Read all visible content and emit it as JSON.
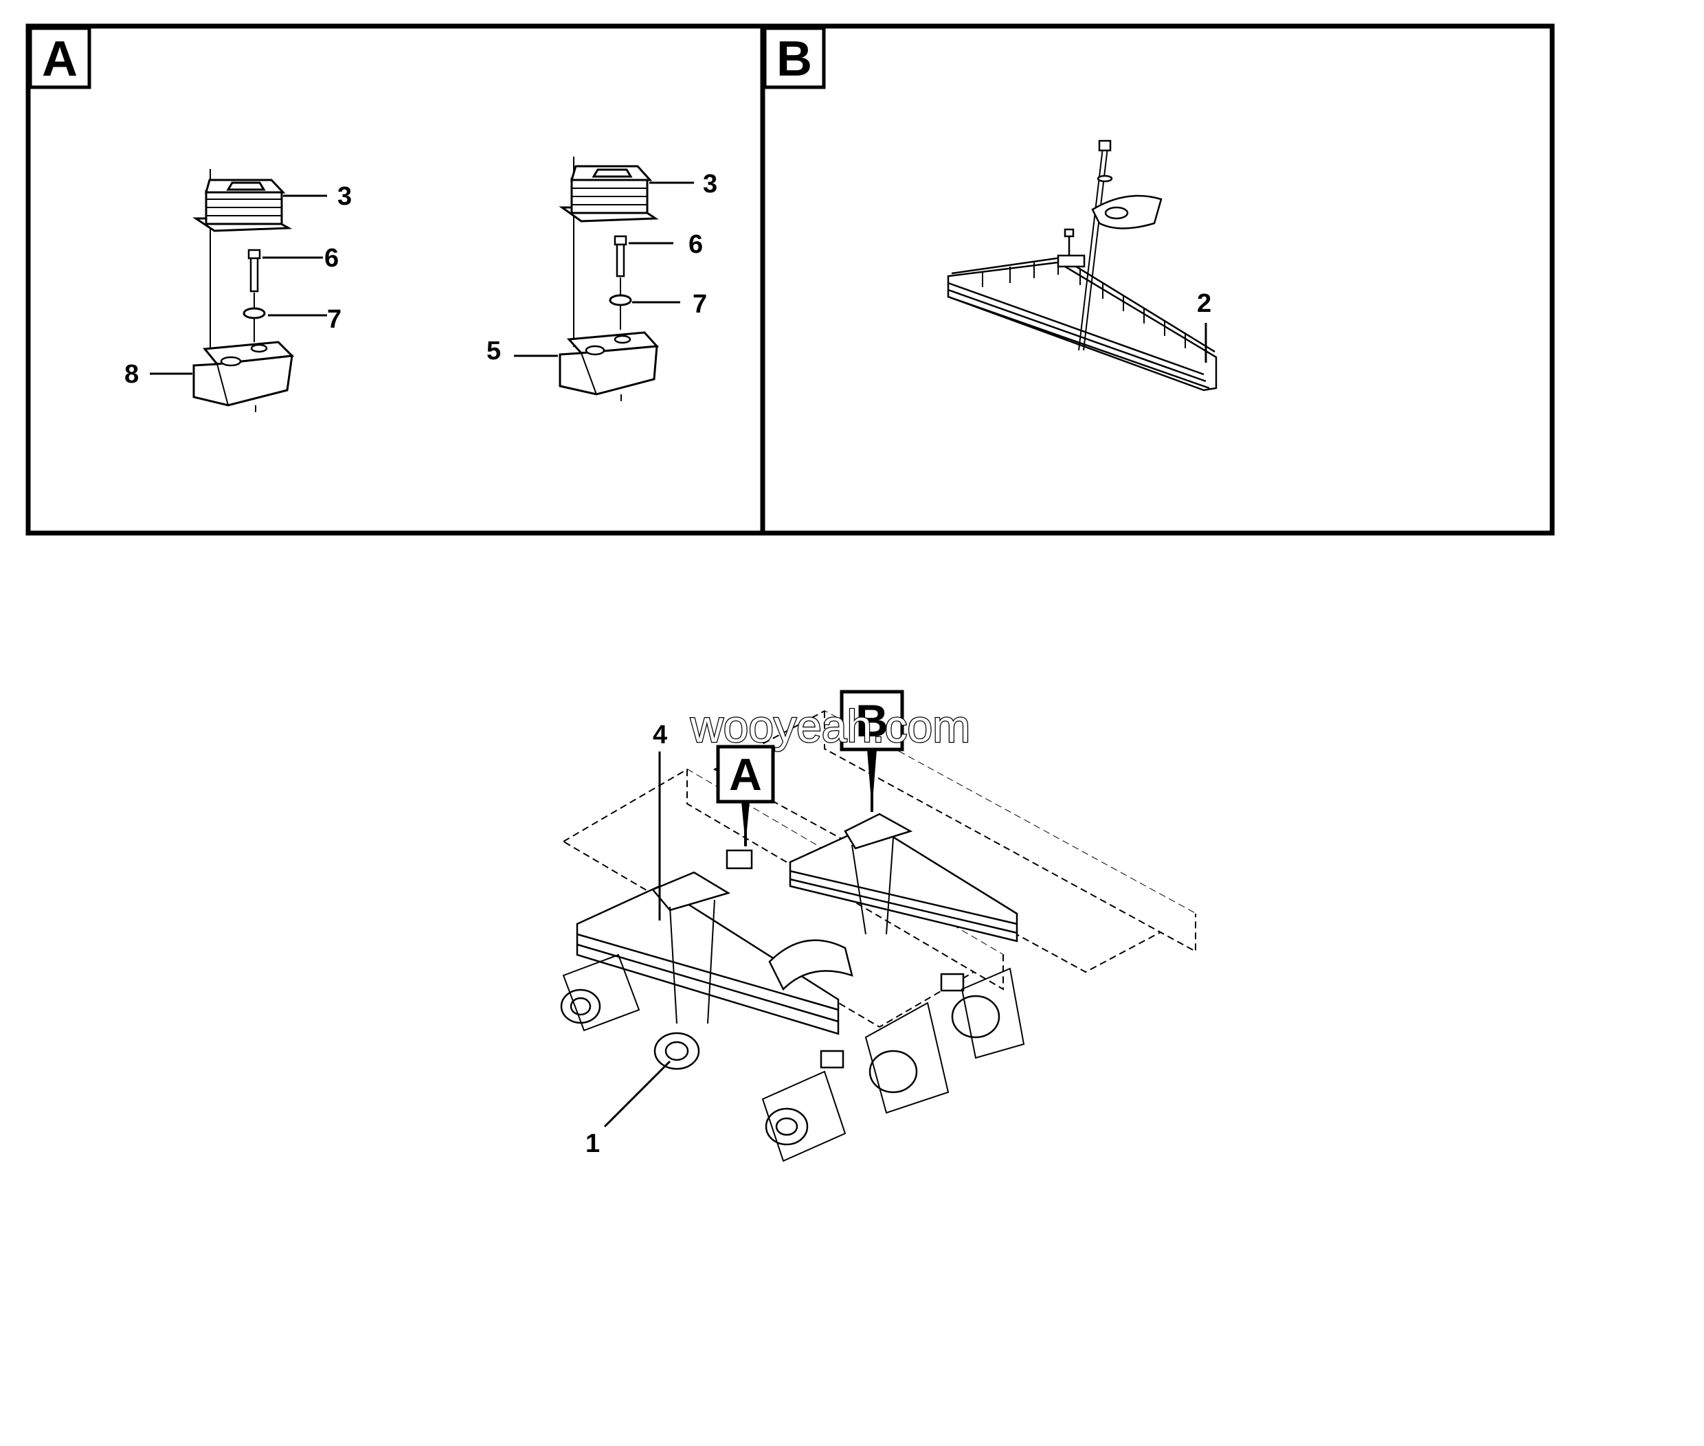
{
  "panels": {
    "a": {
      "label": "A"
    },
    "b": {
      "label": "B"
    }
  },
  "callouts": {
    "a_left": {
      "c3": "3",
      "c6": "6",
      "c7": "7",
      "c8": "8"
    },
    "a_right": {
      "c3": "3",
      "c6": "6",
      "c7": "7",
      "c5": "5"
    },
    "b": {
      "c2": "2"
    },
    "assembly": {
      "c4": "4",
      "c1": "1",
      "marker_a": "A",
      "marker_b": "B"
    }
  },
  "watermark": "wooyeah.com"
}
